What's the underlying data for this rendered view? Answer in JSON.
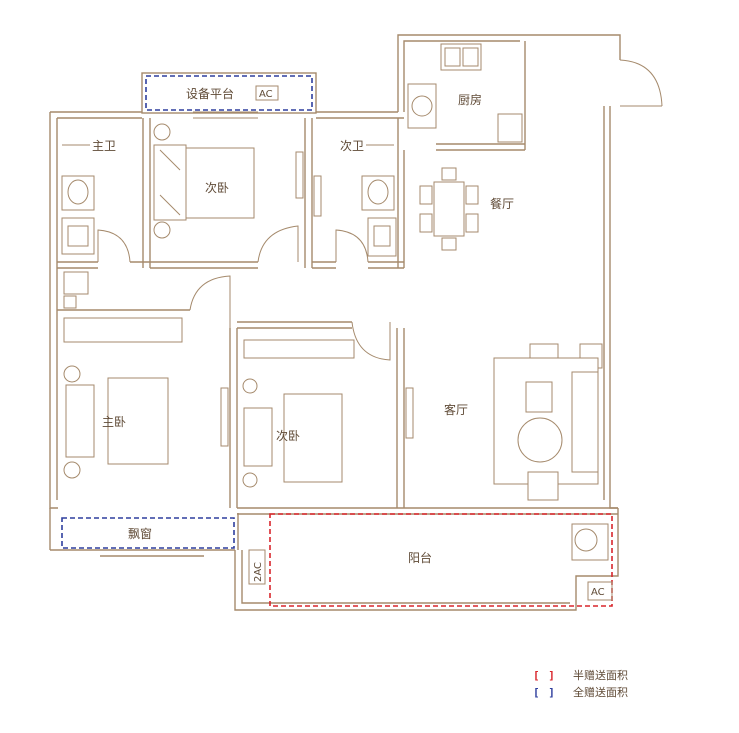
{
  "rooms": {
    "equipment_platform": "设备平台",
    "master_bath": "主卫",
    "bedroom_top": "次卧",
    "second_bath": "次卫",
    "kitchen": "厨房",
    "dining": "餐厅",
    "master_bedroom": "主卧",
    "bedroom_mid": "次卧",
    "living": "客厅",
    "bay_window": "飘窗",
    "balcony": "阳台"
  },
  "ac_labels": {
    "platform": "AC",
    "left": "2AC",
    "right": "AC"
  },
  "legend": [
    {
      "symbol": "[ ]",
      "text": "半赠送面积",
      "color": "#d9262c"
    },
    {
      "symbol": "[ ]",
      "text": "全赠送面积",
      "color": "#2f3f9e"
    }
  ]
}
